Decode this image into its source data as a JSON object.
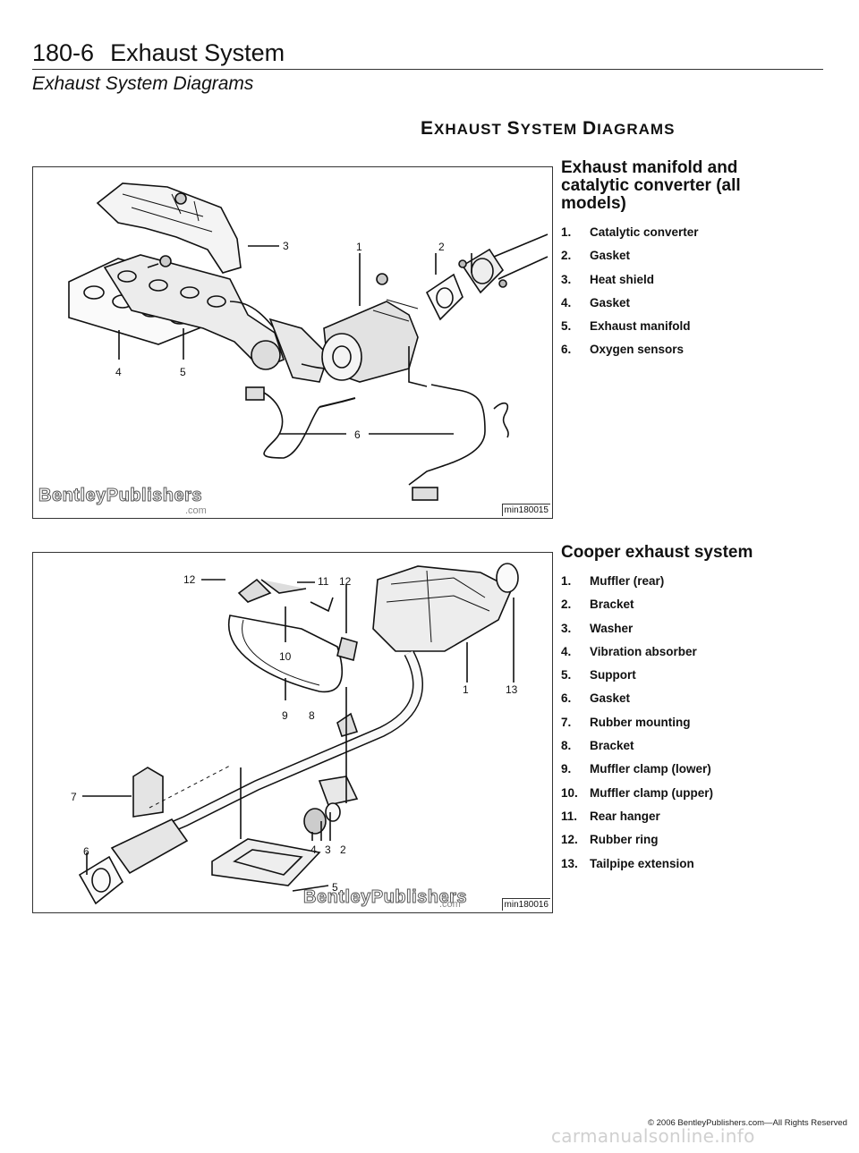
{
  "header": {
    "page_number": "180-6",
    "title": "Exhaust System",
    "subtitle": "Exhaust System Diagrams"
  },
  "section": {
    "title_part1_cap": "E",
    "title_part1_rest": "XHAUST ",
    "title_part2_cap": "S",
    "title_part2_rest": "YSTEM ",
    "title_part3_cap": "D",
    "title_part3_rest": "IAGRAMS"
  },
  "figure1": {
    "code": "min180015",
    "watermark": "BentleyPublishers",
    "watermark_sub": ".com",
    "callouts": [
      "1",
      "2",
      "3",
      "4",
      "5",
      "6"
    ],
    "legend_title": "Exhaust manifold and catalytic converter (all models)",
    "items": [
      {
        "num": "1.",
        "label": "Catalytic converter"
      },
      {
        "num": "2.",
        "label": "Gasket"
      },
      {
        "num": "3.",
        "label": "Heat shield"
      },
      {
        "num": "4.",
        "label": "Gasket"
      },
      {
        "num": "5.",
        "label": "Exhaust manifold"
      },
      {
        "num": "6.",
        "label": "Oxygen sensors"
      }
    ]
  },
  "figure2": {
    "code": "min180016",
    "watermark": "BentleyPublishers",
    "watermark_sub": ".com",
    "callouts": [
      "1",
      "2",
      "3",
      "4",
      "5",
      "6",
      "7",
      "8",
      "9",
      "10",
      "11",
      "12",
      "13"
    ],
    "legend_title": "Cooper exhaust system",
    "items": [
      {
        "num": "1.",
        "label": "Muffler (rear)"
      },
      {
        "num": "2.",
        "label": "Bracket"
      },
      {
        "num": "3.",
        "label": "Washer"
      },
      {
        "num": "4.",
        "label": "Vibration absorber"
      },
      {
        "num": "5.",
        "label": "Support"
      },
      {
        "num": "6.",
        "label": "Gasket"
      },
      {
        "num": "7.",
        "label": "Rubber mounting"
      },
      {
        "num": "8.",
        "label": "Bracket"
      },
      {
        "num": "9.",
        "label": "Muffler clamp (lower)"
      },
      {
        "num": "10.",
        "label": "Muffler clamp (upper)"
      },
      {
        "num": "11.",
        "label": "Rear hanger"
      },
      {
        "num": "12.",
        "label": "Rubber ring"
      },
      {
        "num": "13.",
        "label": "Tailpipe extension"
      }
    ]
  },
  "footer": {
    "copyright": "© 2006 BentleyPublishers.com—All Rights Reserved",
    "site": "carmanualsonline.info"
  }
}
